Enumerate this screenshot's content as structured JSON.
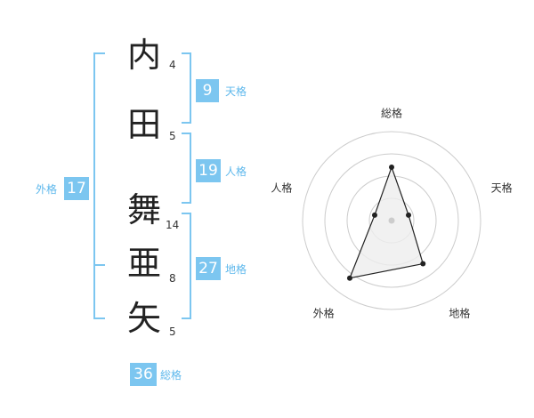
{
  "name": {
    "chars": [
      {
        "char": "内",
        "strokes": "4"
      },
      {
        "char": "田",
        "strokes": "5"
      },
      {
        "char": "舞",
        "strokes": "14"
      },
      {
        "char": "亜",
        "strokes": "8"
      },
      {
        "char": "矢",
        "strokes": "5"
      }
    ]
  },
  "kaku": {
    "tenkaku": {
      "value": "9",
      "label": "天格"
    },
    "jinkaku": {
      "value": "19",
      "label": "人格"
    },
    "chikaku": {
      "value": "27",
      "label": "地格"
    },
    "gaikaku": {
      "value": "17",
      "label": "外格"
    },
    "soukaku": {
      "value": "36",
      "label": "総格"
    }
  },
  "chart_data": {
    "type": "radar",
    "axes": [
      "総格",
      "天格",
      "地格",
      "外格",
      "人格"
    ],
    "values": [
      3,
      1,
      3,
      4,
      1
    ],
    "range": [
      0,
      5
    ],
    "rings": 4,
    "colors": {
      "line": "#222222",
      "fill": "#eeeeee",
      "ring": "#cccccc",
      "center": "#cccccc"
    }
  }
}
